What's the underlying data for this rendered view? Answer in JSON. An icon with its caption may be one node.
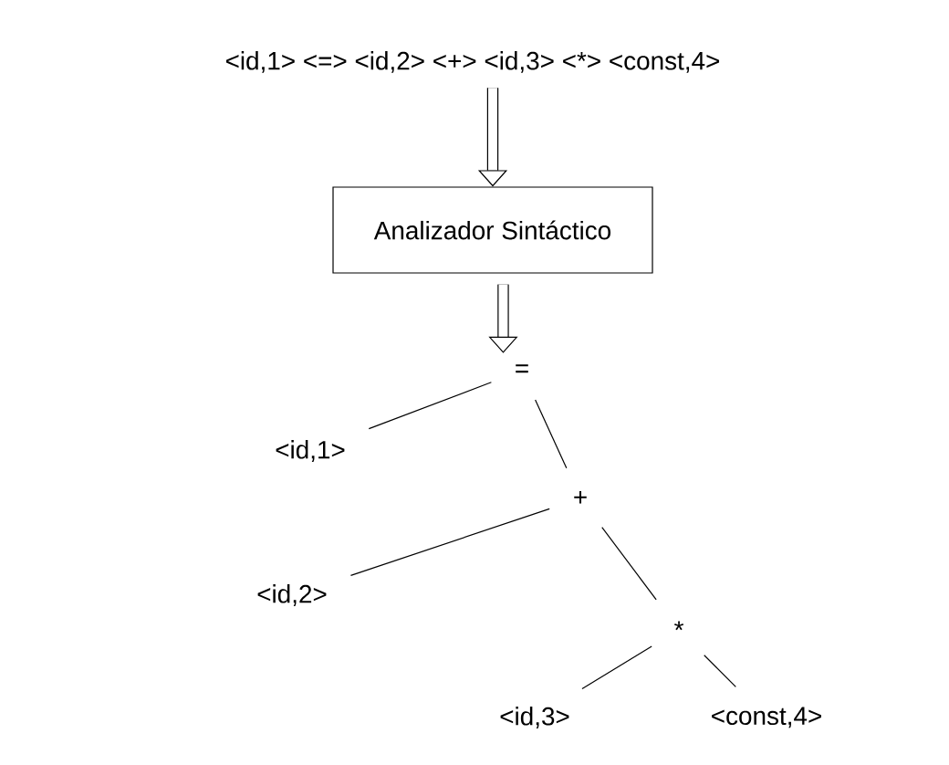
{
  "diagram": {
    "nodes": [
      {
        "text": [
          "<id,1> <=> <id,2> <+> <id,3> <*> <const,4>"
        ]
      },
      {
        "text": [
          "Analizador Sintáctico"
        ]
      },
      {
        "text": [
          "="
        ]
      },
      {
        "text": [
          "<id,1>"
        ]
      },
      {
        "text": [
          "+"
        ]
      },
      {
        "text": [
          "<id,2>"
        ]
      },
      {
        "text": [
          "*"
        ]
      },
      {
        "text": [
          "<id,3>"
        ]
      },
      {
        "text": [
          "<const,4>"
        ]
      }
    ],
    "edges": [
      {
        "from": 0,
        "to": 1,
        "arrow": "to",
        "style": "thick"
      },
      {
        "from": 1,
        "to": 2,
        "arrow": "to",
        "style": "thick"
      },
      {
        "from": 2,
        "to": 3,
        "arrow": "none"
      },
      {
        "from": 2,
        "to": 4,
        "arrow": "none"
      },
      {
        "from": 4,
        "to": 5,
        "arrow": "none"
      },
      {
        "from": 4,
        "to": 6,
        "arrow": "none"
      },
      {
        "from": 6,
        "to": 7,
        "arrow": "none"
      },
      {
        "from": 6,
        "to": 8,
        "arrow": "none"
      }
    ]
  }
}
